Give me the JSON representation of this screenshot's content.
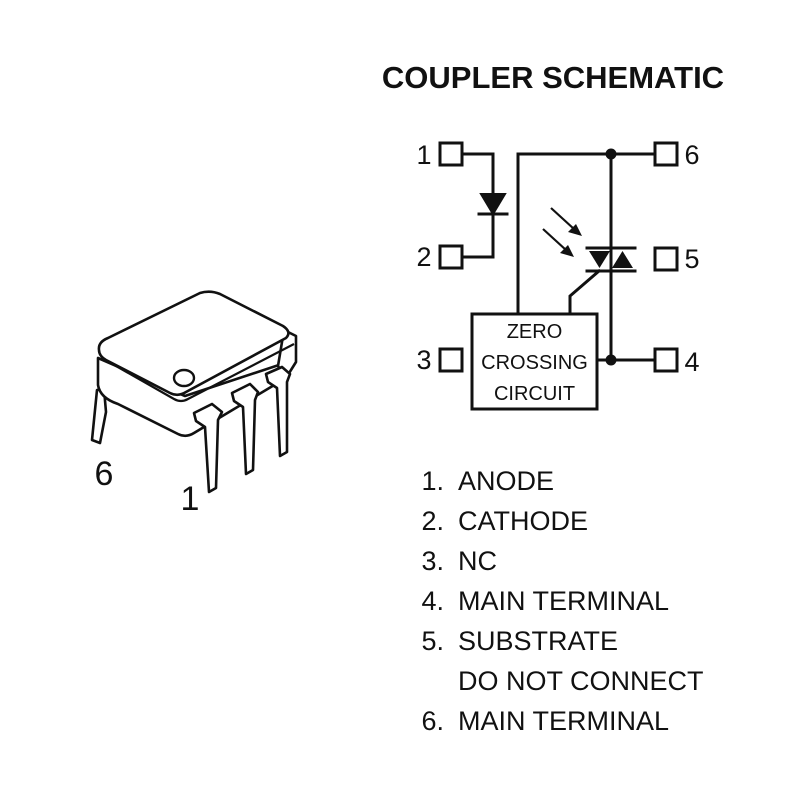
{
  "schematic": {
    "title": "COUPLER SCHEMATIC",
    "pins": [
      {
        "num": "1"
      },
      {
        "num": "2"
      },
      {
        "num": "3"
      },
      {
        "num": "4"
      },
      {
        "num": "5"
      },
      {
        "num": "6"
      }
    ],
    "zero_crossing_box": {
      "lines": [
        "ZERO",
        "CROSSING",
        "CIRCUIT"
      ]
    }
  },
  "package": {
    "pin_label_6": "6",
    "pin_label_1": "1"
  },
  "legend": {
    "items": [
      {
        "num": "1.",
        "lines": [
          "ANODE"
        ]
      },
      {
        "num": "2.",
        "lines": [
          "CATHODE"
        ]
      },
      {
        "num": "3.",
        "lines": [
          "NC"
        ]
      },
      {
        "num": "4.",
        "lines": [
          "MAIN TERMINAL"
        ]
      },
      {
        "num": "5.",
        "lines": [
          "SUBSTRATE",
          "DO NOT CONNECT"
        ]
      },
      {
        "num": "6.",
        "lines": [
          "MAIN TERMINAL"
        ]
      }
    ]
  }
}
